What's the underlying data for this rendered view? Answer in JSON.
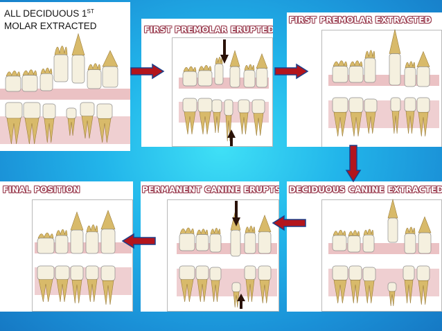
{
  "colors": {
    "arrow_red": "#b3151c",
    "arrow_outline": "#1c3f8a",
    "vertical_arrow": "#2a1208",
    "title_outline": "#9a3b4e",
    "tooth_crown": "#f5f0df",
    "tooth_root": "#d8ba6a",
    "gum": "#e2a8ab"
  },
  "panels": [
    {
      "id": "panel-1",
      "title_line1": "ALL DECIDUOUS 1",
      "title_sup": "ST",
      "title_line2": "MOLAR EXTRACTED"
    },
    {
      "id": "panel-2",
      "title": "FIRST PREMOLAR ERUPTED"
    },
    {
      "id": "panel-3",
      "title": "FIRST PREMOLAR EXTRACTED"
    },
    {
      "id": "panel-4",
      "title": "DECIDUOUS CANINE EXTRACTED"
    },
    {
      "id": "panel-5",
      "title": "PERMANENT CANINE ERUPTS"
    },
    {
      "id": "panel-6",
      "title": "FINAL POSITION"
    }
  ]
}
